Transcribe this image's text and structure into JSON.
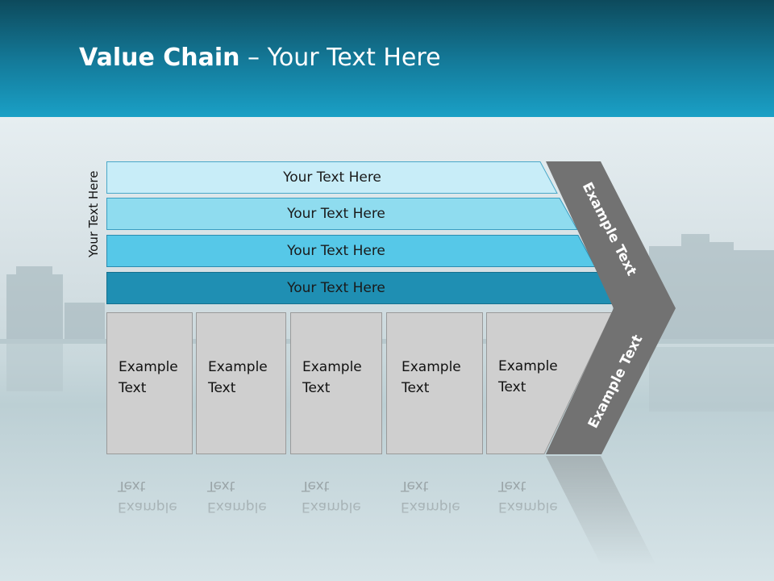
{
  "title": {
    "bold": "Value Chain",
    "rest": " – Your Text Here"
  },
  "side_label": "Your Text Here",
  "rows": [
    {
      "label": "Your Text Here",
      "color": "#c8edf8"
    },
    {
      "label": "Your Text Here",
      "color": "#8fdcef"
    },
    {
      "label": "Your Text Here",
      "color": "#56c8e8"
    },
    {
      "label": "Your Text Here",
      "color": "#1f8fb3"
    }
  ],
  "columns": [
    {
      "line1": "Example",
      "line2": "Text"
    },
    {
      "line1": "Example",
      "line2": "Text"
    },
    {
      "line1": "Example",
      "line2": "Text"
    },
    {
      "line1": "Example",
      "line2": "Text"
    },
    {
      "line1": "Example",
      "line2": "Text"
    }
  ],
  "arrow": {
    "upper": "Example Text",
    "lower": "Example Text",
    "color": "#727272"
  }
}
